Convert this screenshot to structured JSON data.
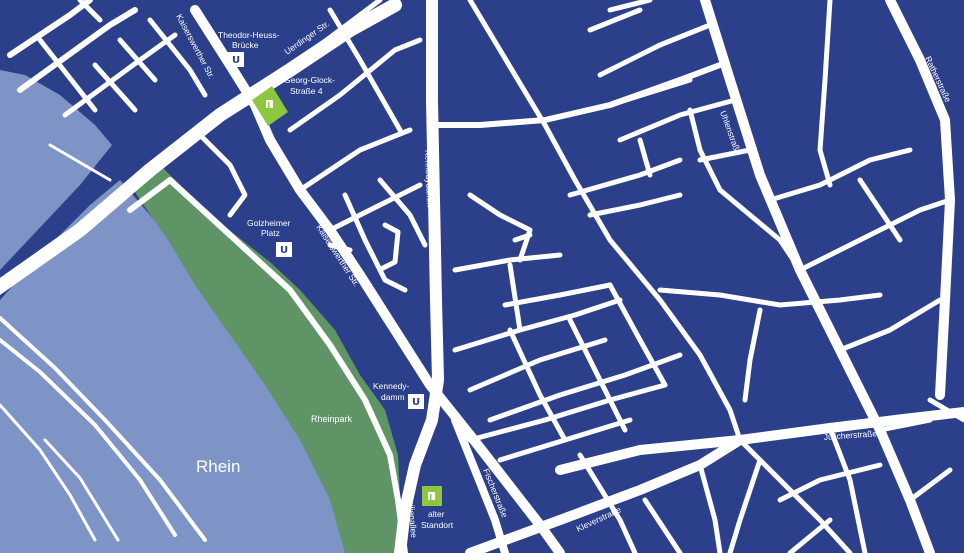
{
  "colors": {
    "background": "#2b3f8a",
    "river": "#7e93c6",
    "park": "#5f9566",
    "road": "#ffffff",
    "marker": "#8dc63f"
  },
  "river": {
    "label": "Rhein"
  },
  "park": {
    "label": "Rheinpark"
  },
  "streets": {
    "kaiserswerther_upper": "Kaiserswerther Str.",
    "uerdinger": "Uerdinger Str.",
    "theodor_heuss_bruecke": "Theodor-Heuss- Brücke",
    "kaiserswerther_lower": "Kaiserswerther Str.",
    "kennedydamm": "Kennedydamm",
    "uhlenstrasse": "Uhlenstraße",
    "rather_strasse": "Ratherstraße",
    "juelicher_strasse": "Jülicherstraße",
    "klever_strasse": "Kleverstraße",
    "fischer_strasse": "Fischerstraße",
    "cecilienallee": "Cecilienallee"
  },
  "stations": [
    {
      "line1": "Theodor-Heuss-",
      "line2": "Brücke",
      "symbol": "U"
    },
    {
      "line1": "Golzheimer",
      "line2": "Platz",
      "symbol": "U"
    },
    {
      "line1": "Kennedy-",
      "line2": "damm",
      "symbol": "U"
    }
  ],
  "locations": [
    {
      "line1": "Georg-Glock-",
      "line2": "Straße 4",
      "icon": "building-icon"
    },
    {
      "line1": "alter",
      "line2": "Standort",
      "icon": "building-icon"
    }
  ]
}
